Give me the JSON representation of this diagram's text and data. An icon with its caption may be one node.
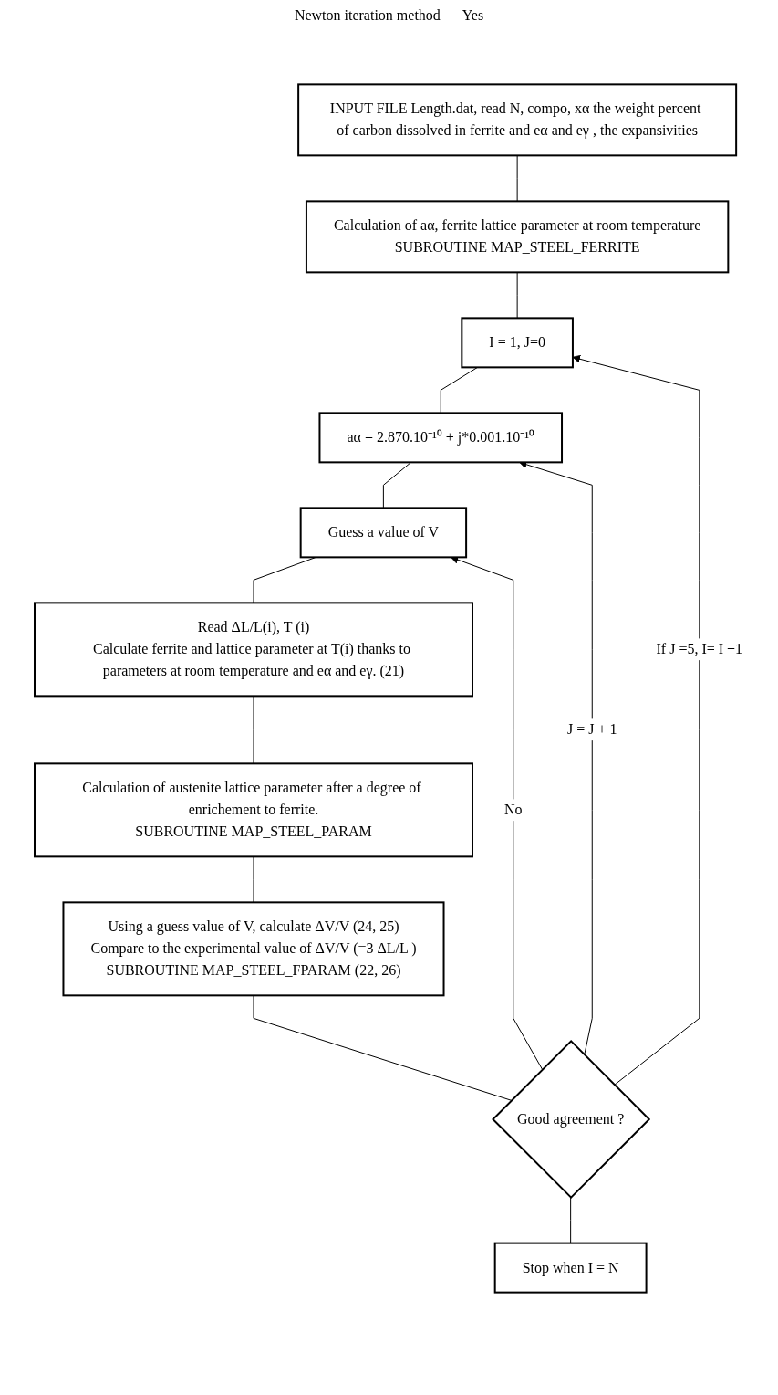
{
  "diagram": {
    "nodes": [
      {
        "text": [
          "INPUT FILE Length.dat, read N, compo, xα the weight percent of carbon dissolved in ferrite and eα and eγ , the expansivities"
        ]
      },
      {
        "text": [
          "Calculation of aα, ferrite lattice parameter at room temperature",
          "SUBROUTINE MAP_STEEL_FERRITE"
        ]
      },
      {
        "text": [
          "I = 1, J=0"
        ]
      },
      {
        "text": [
          "aα = 2.870.10⁻¹⁰ + j*0.001.10⁻¹⁰"
        ]
      },
      {
        "text": [
          "Guess a value of V"
        ]
      },
      {
        "text": [
          "Read ΔL/L(i), T (i)",
          "Calculate ferrite and lattice parameter at T(i) thanks to parameters at room temperature and eα and eγ. (21)"
        ]
      },
      {
        "text": [
          "Calculation of austenite lattice parameter after a degree of enrichement to ferrite.",
          "SUBROUTINE MAP_STEEL_PARAM"
        ]
      },
      {
        "text": [
          "Using a guess value of V, calculate ΔV/V (24, 25)",
          "Compare to the experimental value of ΔV/V (=3 ΔL/L )",
          "SUBROUTINE MAP_STEEL_FPARAM (22, 26)"
        ]
      },
      {
        "text": [
          "Good agreement ?"
        ]
      },
      {
        "text": [
          "Stop when I = N"
        ]
      }
    ],
    "edges": [
      {
        "from": 0,
        "to": 1,
        "arrow": "none"
      },
      {
        "from": 1,
        "to": 2,
        "arrow": "none"
      },
      {
        "from": 2,
        "to": 3,
        "arrow": "none"
      },
      {
        "from": 3,
        "to": 4,
        "arrow": "none"
      },
      {
        "from": 4,
        "to": 5,
        "arrow": "none"
      },
      {
        "from": 5,
        "to": 6,
        "arrow": "none"
      },
      {
        "from": 6,
        "to": 7,
        "arrow": "none"
      },
      {
        "from": 7,
        "to": 8,
        "arrow": "none"
      },
      {
        "from": 8,
        "to": 4,
        "arrow": "to",
        "label": "No"
      },
      {
        "from": 8,
        "to": 2,
        "arrow": "to",
        "label": "If J =5, I= I +1"
      },
      {
        "from": 8,
        "to": 3,
        "arrow": "to",
        "label": "J = J + 1"
      },
      {
        "from": 8,
        "to": 9,
        "arrow": "none"
      }
    ],
    "labels": [
      "Newton iteration method",
      "Yes"
    ]
  }
}
